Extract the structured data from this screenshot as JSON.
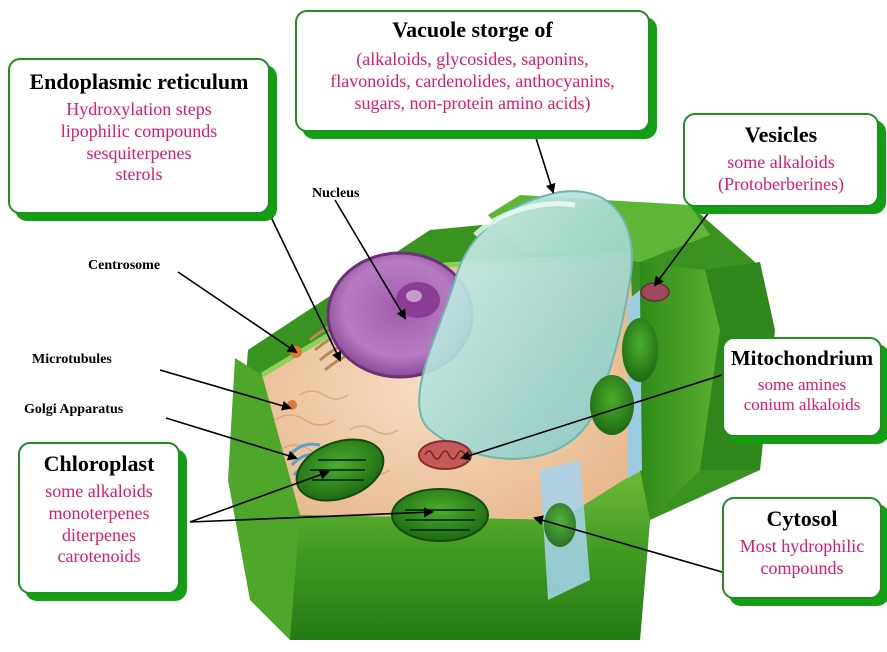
{
  "colors": {
    "box_border": "#1f8f1f",
    "box_shadow": "#12a012",
    "title_text": "#000000",
    "detail_text": "#e0186f"
  },
  "callouts": {
    "vacuole": {
      "title": "Vacuole storge of",
      "lines": [
        "(alkaloids, glycosides, saponins,",
        "flavonoids, cardenolides, anthocyanins,",
        "sugars, non-protein amino acids)"
      ]
    },
    "er": {
      "title": "Endoplasmic reticulum",
      "lines": [
        "Hydroxylation steps",
        "lipophilic compounds",
        "sesquiterpenes",
        "sterols"
      ]
    },
    "vesicles": {
      "title": "Vesicles",
      "lines": [
        "some alkaloids",
        "(Protoberberines)"
      ]
    },
    "mitochondrium": {
      "title": "Mitochondrium",
      "lines": [
        "some amines",
        "conium alkaloids"
      ]
    },
    "chloroplast": {
      "title": "Chloroplast",
      "lines": [
        "some alkaloids",
        "monoterpenes",
        "diterpenes",
        "carotenoids"
      ]
    },
    "cytosol": {
      "title": "Cytosol",
      "lines": [
        "Most hydrophilic",
        "compounds"
      ]
    }
  },
  "labels": {
    "nucleus": "Nucleus",
    "centrosome": "Centrosome",
    "microtubules": "Microtubules",
    "golgi": "Golgi Apparatus"
  },
  "illustration": {
    "subject": "plant-cell",
    "icon": "plant-cell-illustration"
  }
}
